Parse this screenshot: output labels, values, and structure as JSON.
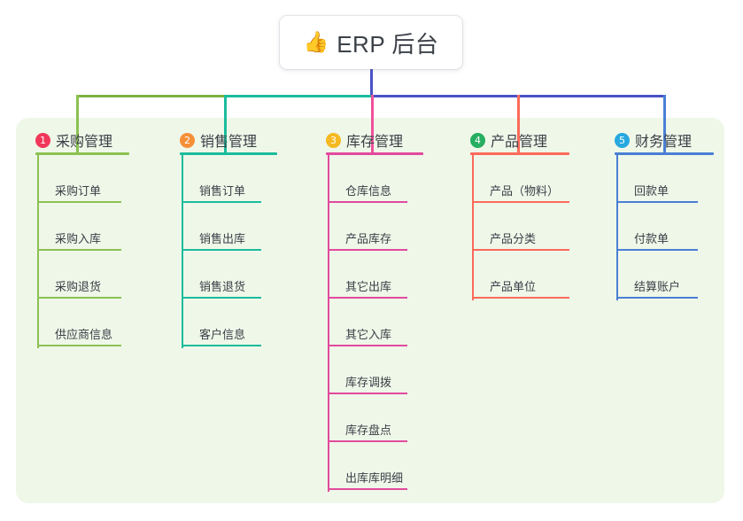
{
  "root": {
    "emoji": "👍",
    "emoji_name": "thumbs-up-icon",
    "title": "ERP 后台"
  },
  "colors": {
    "panel_background": "#eff7e9",
    "page_background": "#ffffff",
    "text": "#3a3f46",
    "trunk_left": "#7cb342",
    "trunk_mid": "#1abc9c",
    "trunk_right": "#4a52c4",
    "root_stem": "#4a52c4"
  },
  "columns": [
    {
      "index": "1",
      "title": "采购管理",
      "badge_color": "#f2385a",
      "line_color": "#8cc152",
      "drop_color": "#8cc152",
      "items": [
        "采购订单",
        "采购入库",
        "采购退货",
        "供应商信息"
      ]
    },
    {
      "index": "2",
      "title": "销售管理",
      "badge_color": "#f59038",
      "line_color": "#1abc9c",
      "drop_color": "#1abc9c",
      "items": [
        "销售订单",
        "销售出库",
        "销售退货",
        "客户信息"
      ]
    },
    {
      "index": "3",
      "title": "库存管理",
      "badge_color": "#f5b921",
      "line_color": "#e24a9e",
      "drop_color": "#f0509b",
      "items": [
        "仓库信息",
        "产品库存",
        "其它出库",
        "其它入库",
        "库存调拨",
        "库存盘点",
        "出库库明细"
      ]
    },
    {
      "index": "4",
      "title": "产品管理",
      "badge_color": "#27ae60",
      "line_color": "#fb6a5a",
      "drop_color": "#fb6a5a",
      "items": [
        "产品（物料）",
        "产品分类",
        "产品单位"
      ]
    },
    {
      "index": "5",
      "title": "财务管理",
      "badge_color": "#27a8e0",
      "line_color": "#4a7fd4",
      "drop_color": "#4a7fd4",
      "items": [
        "回款单",
        "付款单",
        "结算账户"
      ]
    }
  ]
}
